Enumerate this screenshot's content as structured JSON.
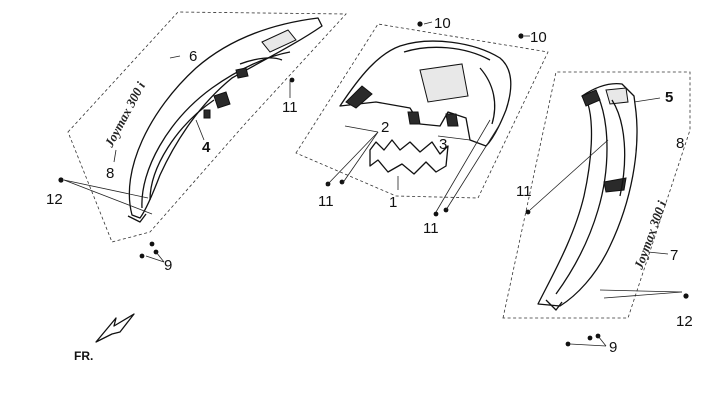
{
  "diagram": {
    "callouts": [
      {
        "id": "c1",
        "label": "1"
      },
      {
        "id": "c2",
        "label": "2"
      },
      {
        "id": "c3",
        "label": "3"
      },
      {
        "id": "c4",
        "label": "4"
      },
      {
        "id": "c5",
        "label": "5"
      },
      {
        "id": "c6",
        "label": "6"
      },
      {
        "id": "c7",
        "label": "7"
      },
      {
        "id": "c8a",
        "label": "8"
      },
      {
        "id": "c8b",
        "label": "8"
      },
      {
        "id": "c9a",
        "label": "9"
      },
      {
        "id": "c9b",
        "label": "9"
      },
      {
        "id": "c10a",
        "label": "10"
      },
      {
        "id": "c10b",
        "label": "10"
      },
      {
        "id": "c11a",
        "label": "11"
      },
      {
        "id": "c11b",
        "label": "11"
      },
      {
        "id": "c11c",
        "label": "11"
      },
      {
        "id": "c11d",
        "label": "11"
      },
      {
        "id": "c12a",
        "label": "12"
      },
      {
        "id": "c12b",
        "label": "12"
      }
    ],
    "direction_marker": "FR.",
    "emblem_left": "Joymax 300 i",
    "emblem_right": "Joymax 300 i"
  }
}
